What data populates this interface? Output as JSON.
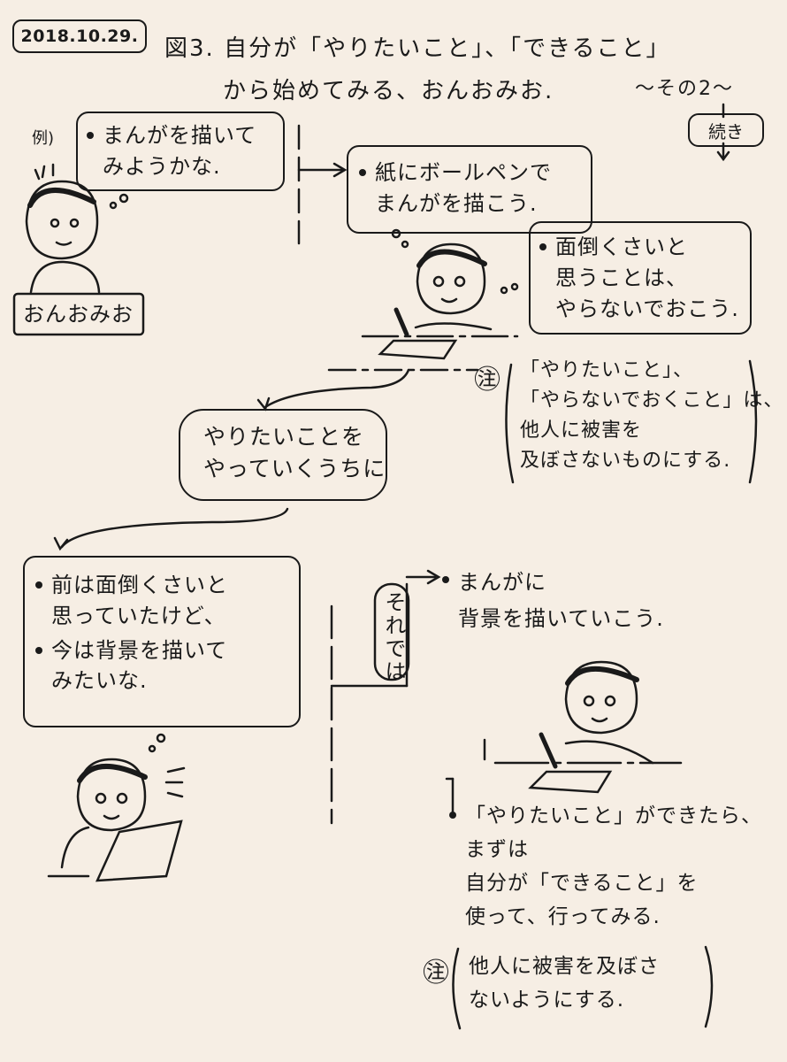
{
  "date": "2018.10.29.",
  "title": {
    "line1": "図3. 自分が「やりたいこと」、「できること」",
    "line2": "から始めてみる、おんおみお.",
    "sub": "〜その2〜"
  },
  "continue_label": "続き",
  "example_label": "例)",
  "character_name": "おんおみお",
  "bubble1": [
    "まんがを描いて",
    "みようかな."
  ],
  "box_pen": [
    "紙にボールペンで",
    "まんがを描こう."
  ],
  "bubble_tedious": [
    "面倒くさいと",
    "思うことは、",
    "やらないでおこう."
  ],
  "note1_mark": "㊟",
  "note1": [
    "「やりたいこと」、",
    "「やらないでおくこと」は、",
    "他人に被害を",
    "及ぼさないものにする."
  ],
  "box_middle": [
    "やりたいことを",
    "やっていくうちに"
  ],
  "bubble_bottom": {
    "b1": [
      "前は面倒くさいと",
      "思っていたけど、"
    ],
    "b2": [
      "今は背景を描いて",
      "みたいな."
    ]
  },
  "sorede_label": "それでは",
  "result1": [
    "まんがに",
    "背景を描いていこう."
  ],
  "result2": [
    "「やりたいこと」ができたら、",
    "まずは",
    "自分が「できること」を",
    "使って、行ってみる."
  ],
  "note2_mark": "㊟",
  "note2": [
    "他人に被害を及ぼさ",
    "ないようにする."
  ]
}
